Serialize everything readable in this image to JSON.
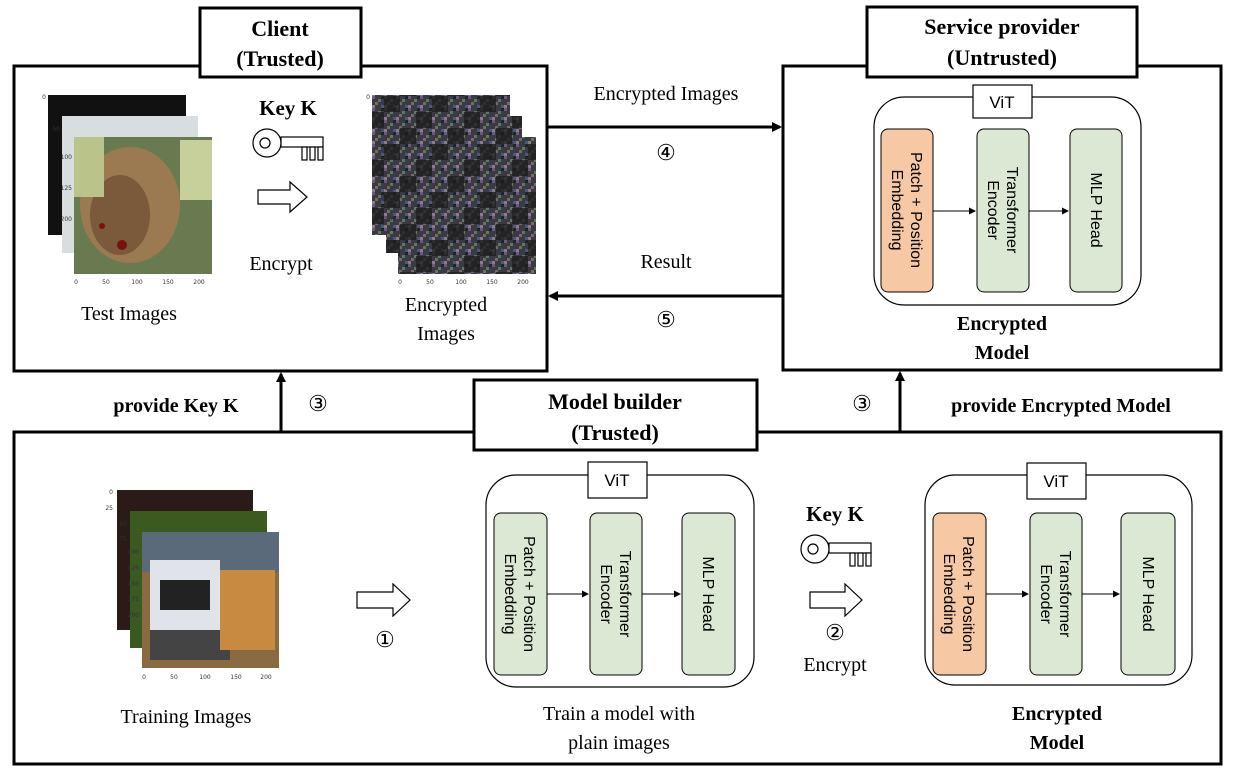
{
  "client": {
    "title": "Client",
    "subtitle": "(Trusted)",
    "key_label": "Key K",
    "encrypt_label": "Encrypt",
    "test_images_label": "Test Images",
    "encrypted_images_label_line1": "Encrypted",
    "encrypted_images_label_line2": "Images"
  },
  "service_provider": {
    "title": "Service provider",
    "subtitle": "(Untrusted)",
    "vit_label": "ViT",
    "block_patch": "Patch + Position Embedding",
    "block_encoder": "Transformer Encoder",
    "block_head": "MLP Head",
    "caption_line1": "Encrypted",
    "caption_line2": "Model"
  },
  "model_builder": {
    "title": "Model builder",
    "subtitle": "(Trusted)",
    "training_images_label": "Training Images",
    "step1": "①",
    "vit_label": "ViT",
    "block_patch": "Patch + Position Embedding",
    "block_encoder": "Transformer Encoder",
    "block_head": "MLP Head",
    "train_caption_line1": "Train a model with",
    "train_caption_line2": "plain images",
    "key_label": "Key K",
    "step2": "②",
    "encrypt_label": "Encrypt",
    "enc_vit_label": "ViT",
    "enc_block_patch": "Patch + Position Embedding",
    "enc_block_encoder": "Transformer Encoder",
    "enc_block_head": "MLP Head",
    "enc_caption_line1": "Encrypted",
    "enc_caption_line2": "Model"
  },
  "flows": {
    "encrypted_images": "Encrypted Images",
    "step4": "④",
    "result": "Result",
    "step5": "⑤",
    "provide_key": "provide Key K",
    "step3_left": "③",
    "step3_right": "③",
    "provide_model": "provide Encrypted Model"
  },
  "axis_ticks": {
    "y": [
      "0",
      "25",
      "50",
      "75",
      "100",
      "125",
      "150",
      "175",
      "200"
    ],
    "x": [
      "0",
      "50",
      "100",
      "150",
      "200"
    ]
  },
  "colors": {
    "block_green": "#dbe9d4",
    "block_orange": "#f6c9a4"
  }
}
